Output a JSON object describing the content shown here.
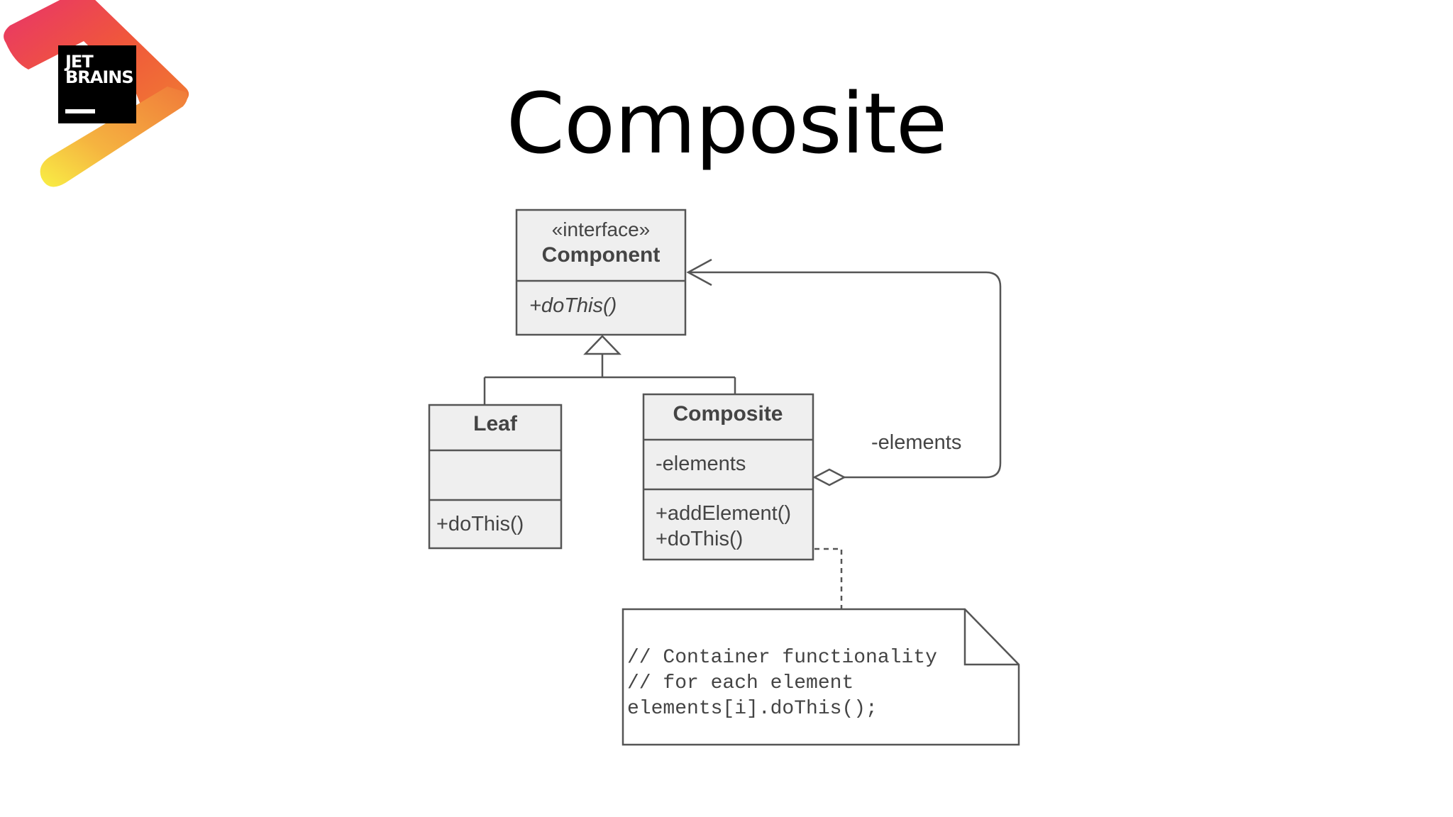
{
  "logo": {
    "line1": "JET",
    "line2": "BRAINS"
  },
  "slide": {
    "title": "Composite"
  },
  "diagram": {
    "component": {
      "stereotype": "«interface»",
      "name": "Component",
      "operation": "+doThis()"
    },
    "leaf": {
      "name": "Leaf",
      "operation": "+doThis()"
    },
    "composite": {
      "name": "Composite",
      "attribute": "-elements",
      "operation1": "+addElement()",
      "operation2": "+doThis()"
    },
    "aggregation_label": "-elements",
    "note": {
      "line1": "// Container functionality",
      "line2": "// for each element",
      "line3": "elements[i].doThis();"
    }
  }
}
